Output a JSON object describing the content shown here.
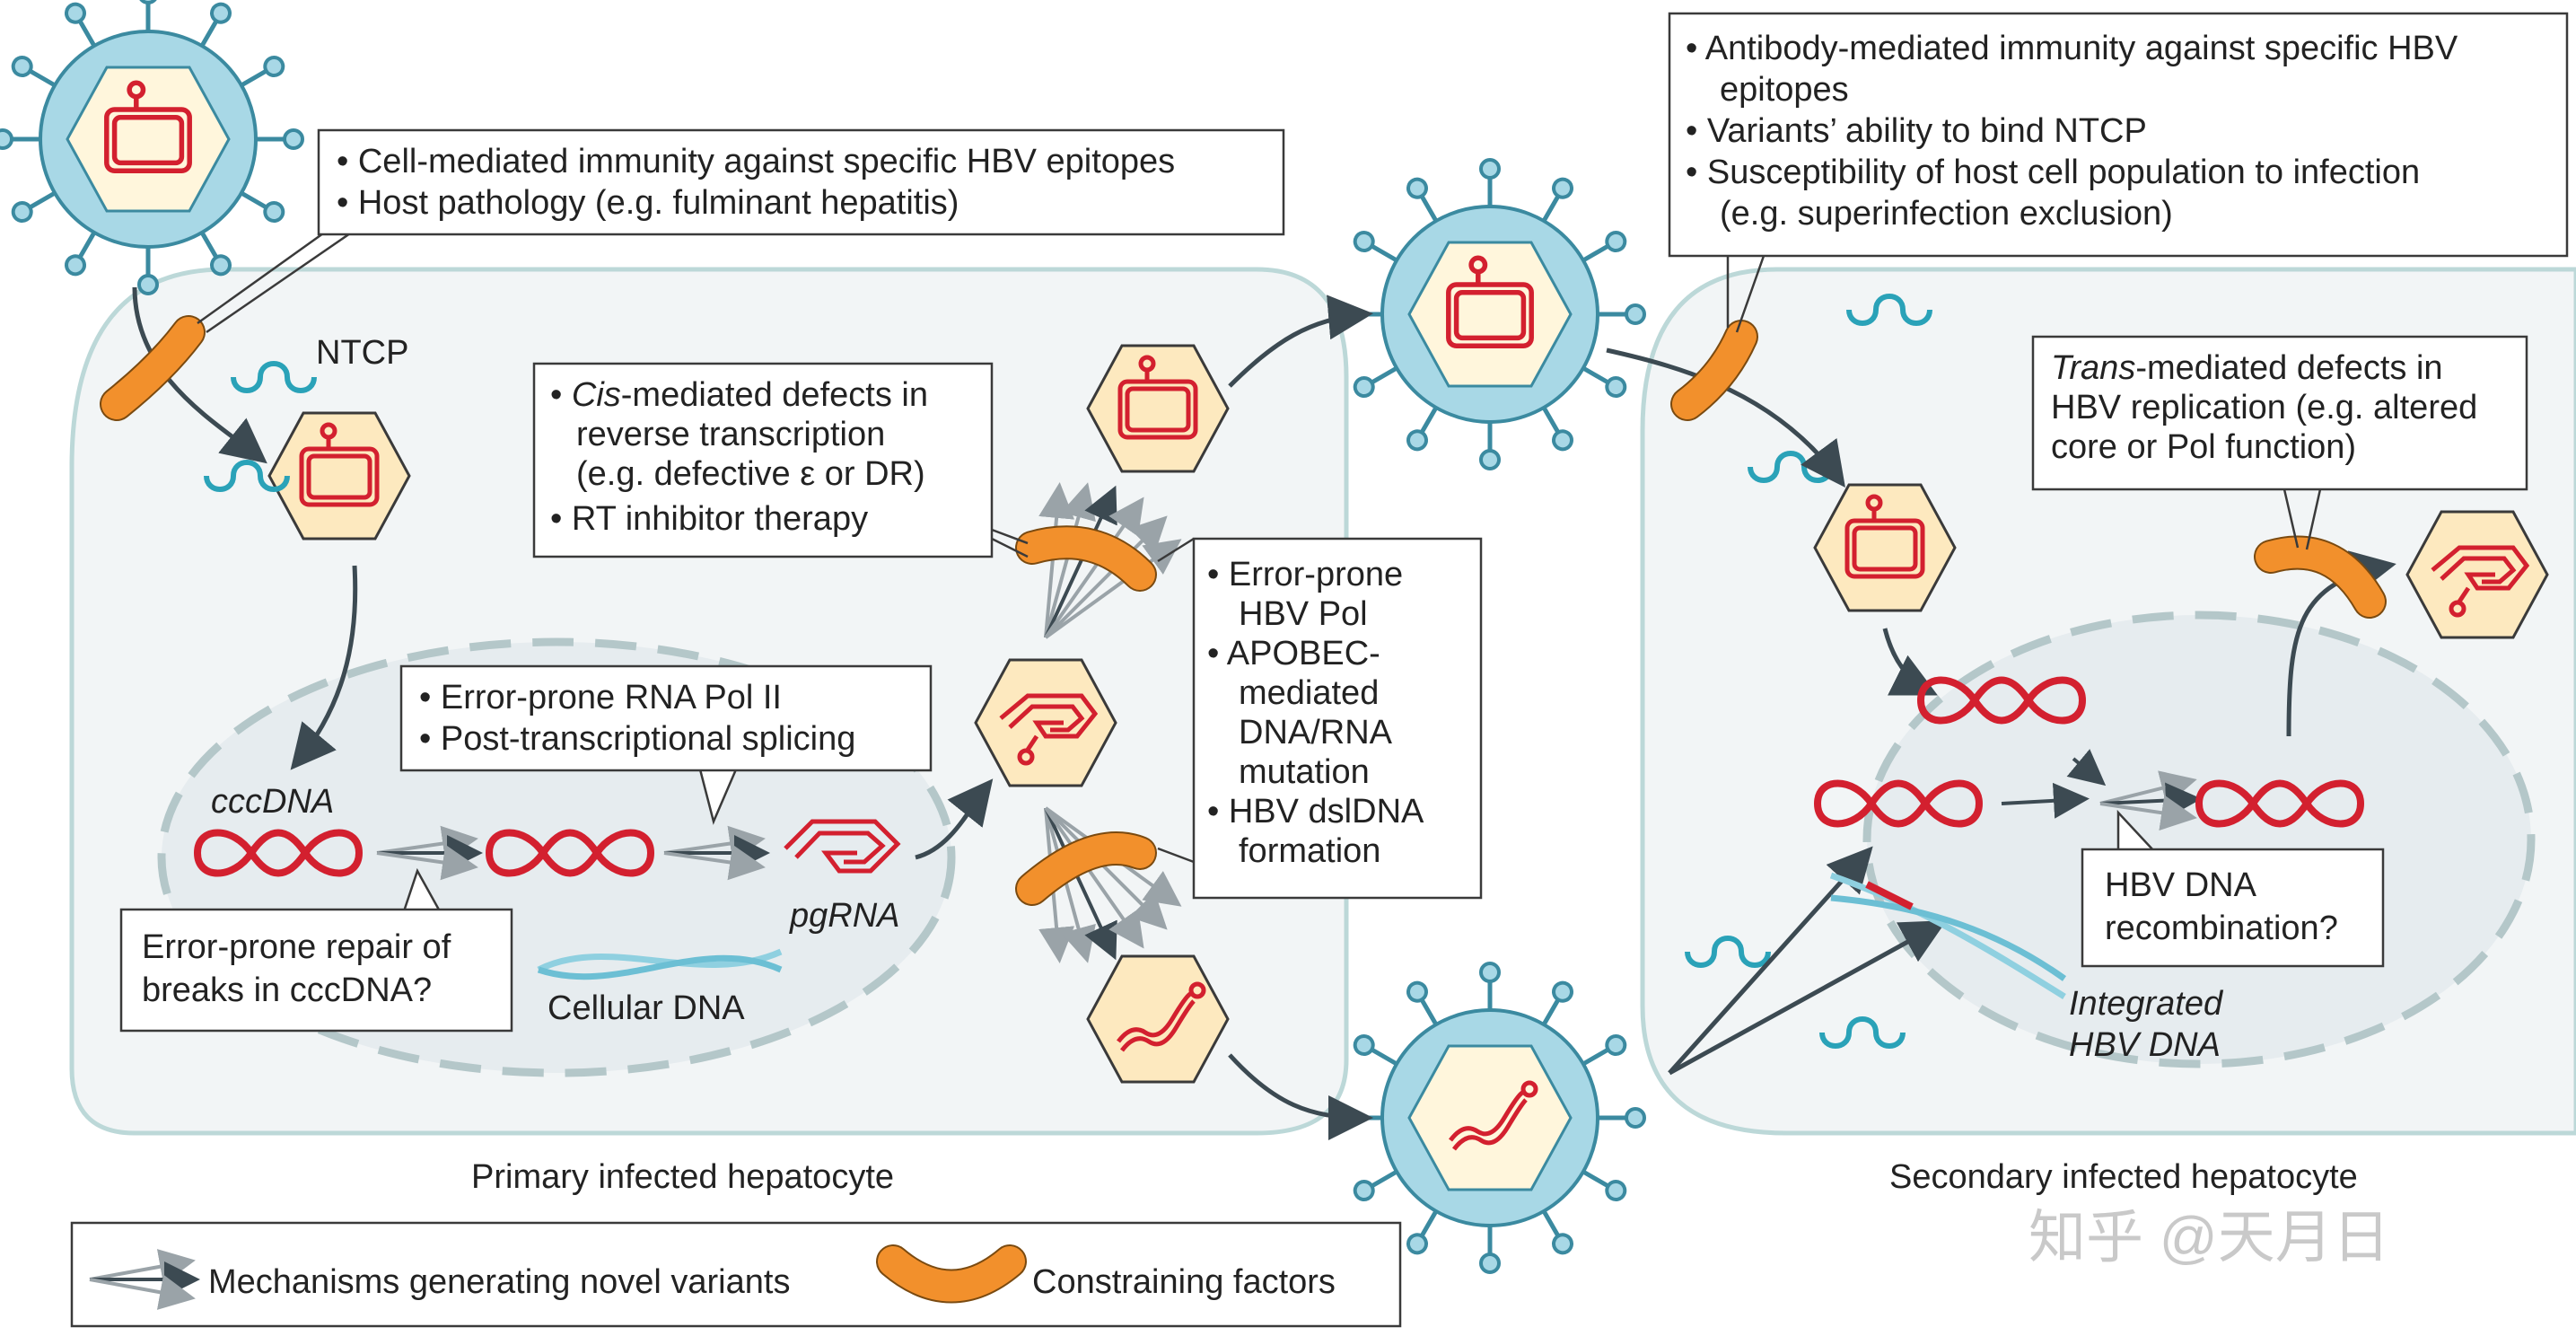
{
  "boxes": {
    "cell_immunity": [
      "• Cell-mediated immunity against specific HBV epitopes",
      "• Host pathology (e.g. fulminant hepatitis)"
    ],
    "antibody": [
      "• Antibody-mediated immunity against specific HBV",
      "epitopes",
      "• Variants’ ability to bind NTCP",
      "• Susceptibility of host cell population to infection",
      "(e.g. superinfection exclusion)"
    ],
    "cis_prefix": "• ",
    "cis_italic": "Cis",
    "cis_rest": "-mediated defects in",
    "cis_lines": [
      "reverse transcription",
      "(e.g. defective ε or DR)",
      "• RT inhibitor therapy"
    ],
    "rna_pol": [
      "• Error-prone RNA Pol II",
      "• Post-transcriptional splicing"
    ],
    "error_prone": [
      "• Error-prone",
      "HBV Pol",
      "• APOBEC-",
      "mediated",
      "DNA/RNA",
      "mutation",
      "• HBV dslDNA",
      "formation"
    ],
    "repair": [
      "Error-prone repair of",
      "breaks in cccDNA?"
    ],
    "trans_italic": "Trans",
    "trans_rest": "-mediated defects in",
    "trans_lines": [
      "HBV replication (e.g. altered",
      "core or Pol function)"
    ],
    "recomb": [
      "HBV DNA",
      "recombination?"
    ]
  },
  "labels": {
    "ntcp": "NTCP",
    "cccdna": "cccDNA",
    "pgrna": "pgRNA",
    "cellular_dna": "Cellular DNA",
    "integrated_1": "Integrated",
    "integrated_2": "HBV DNA",
    "primary": "Primary infected hepatocyte",
    "secondary": "Secondary infected hepatocyte",
    "watermark": "知乎 @天月日"
  },
  "legend": {
    "mechanisms": "Mechanisms generating novel variants",
    "constraining": "Constraining factors"
  },
  "colors": {
    "genome": "#d3202f",
    "constraint": "#f2902c",
    "envelope": "#a8d8e6",
    "capsid": "#fde9bf"
  }
}
